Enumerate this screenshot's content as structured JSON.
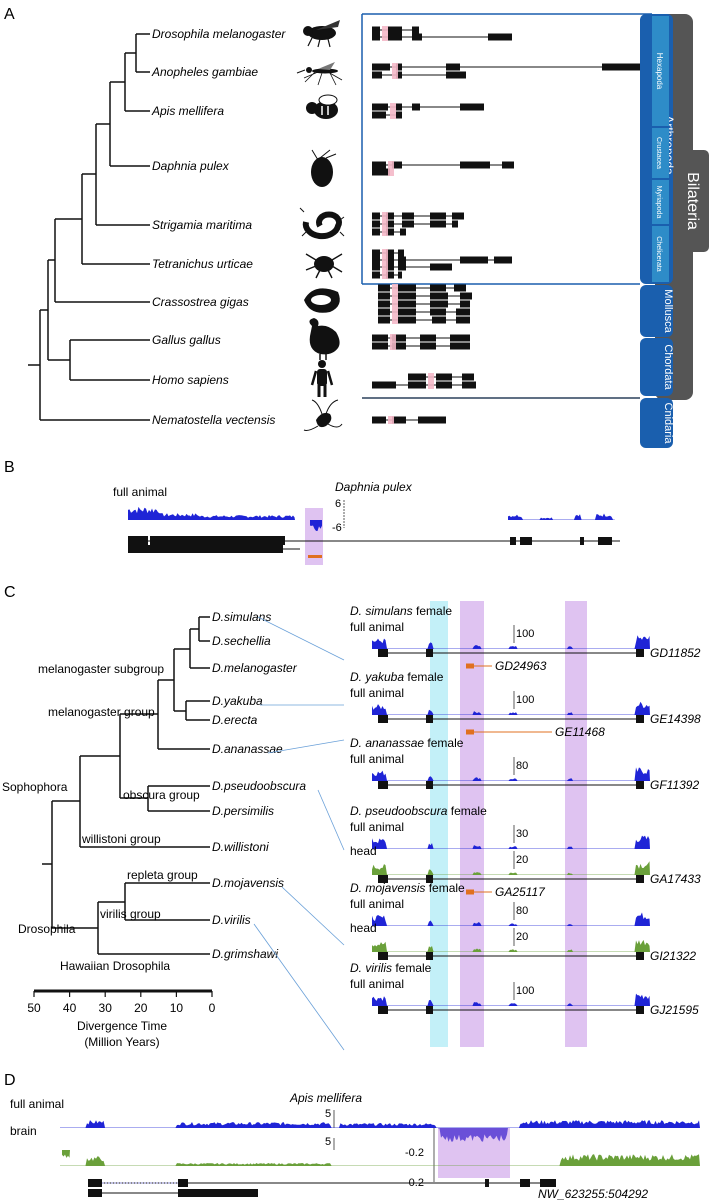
{
  "panels": {
    "a": "A",
    "b": "B",
    "c": "C",
    "d": "D"
  },
  "panel_a": {
    "species": [
      "Drosophila melanogaster",
      "Anopheles gambiae",
      "Apis mellifera",
      "Daphnia pulex",
      "Strigamia maritima",
      "Tetranichus urticae",
      "Crassostrea gigas",
      "Gallus gallus",
      "Homo sapiens",
      "Nematostella vectensis"
    ],
    "clades": {
      "hexapoda": "Hexapoda",
      "crustacea": "Crustacea",
      "myriapoda": "Myriapoda",
      "chelicerata": "Chelicerata",
      "arthropoda": "Arthropoda",
      "bilateria": "Bilateria",
      "mollusca": "Mollusca",
      "chordata": "Chordata",
      "cnidaria": "Cnidaria"
    }
  },
  "panel_b": {
    "species": "Daphnia pulex",
    "track": "full animal",
    "scale_top": "6",
    "scale_bottom": "-6"
  },
  "panel_c": {
    "species": [
      "D.simulans",
      "D.sechellia",
      "D.melanogaster",
      "D.yakuba",
      "D.erecta",
      "D.ananassae",
      "D.pseudoobscura",
      "D.persimilis",
      "D.willistoni",
      "D.mojavensis",
      "D.virilis",
      "D.grimshawi"
    ],
    "groups": {
      "melanogaster_subgroup": "melanogaster subgroup",
      "melanogaster_group": "melanogaster group",
      "obscura_group": "obscura group",
      "sophophora": "Sophophora",
      "willistoni_group": "willistoni group",
      "repleta_group": "repleta group",
      "virilis_group": "virilis group",
      "drosophila": "Drosophila",
      "hawaiian": "Hawaiian Drosophila"
    },
    "axis": {
      "ticks": [
        "50",
        "40",
        "30",
        "20",
        "10",
        "0"
      ],
      "label1": "Divergence Time",
      "label2": "(Million Years)"
    },
    "tracks": [
      {
        "species": "D. simulans",
        "suffix": " female",
        "rows": [
          {
            "label": "full animal",
            "scale": "100"
          }
        ],
        "gene": "GD11852",
        "inner_gene": "GD24963"
      },
      {
        "species": "D. yakuba",
        "suffix": " female",
        "rows": [
          {
            "label": "full animal",
            "scale": "100"
          }
        ],
        "gene": "GE14398",
        "inner_gene": "GE11468"
      },
      {
        "species": "D. ananassae",
        "suffix": " female",
        "rows": [
          {
            "label": "full animal",
            "scale": "80"
          }
        ],
        "gene": "GF11392",
        "inner_gene": ""
      },
      {
        "species": "D. pseudoobscura",
        "suffix": " female",
        "rows": [
          {
            "label": "full animal",
            "scale": "30"
          },
          {
            "label": "head",
            "scale": "20"
          }
        ],
        "gene": "GA17433",
        "inner_gene": "GA25117"
      },
      {
        "species": "D. mojavensis",
        "suffix": " female",
        "rows": [
          {
            "label": "full animal",
            "scale": "80"
          },
          {
            "label": "head",
            "scale": "20"
          }
        ],
        "gene": "GI21322",
        "inner_gene": ""
      },
      {
        "species": "D. virilis",
        "suffix": " female",
        "rows": [
          {
            "label": "full animal",
            "scale": "100"
          }
        ],
        "gene": "GJ21595",
        "inner_gene": ""
      }
    ]
  },
  "panel_d": {
    "species": "Apis mellifera",
    "track1": "full animal",
    "track2": "brain",
    "scale1": "5",
    "scale2": "5",
    "neg1": "-0.2",
    "neg2": "-0.2",
    "locus": "NW_623255:504292"
  },
  "colors": {
    "blue_track": "#1f24d6",
    "green_track": "#6aa03a",
    "tree": "#111111",
    "hexapoda": "#2e8cc8",
    "arthropoda": "#1a5fae",
    "bilateria": "#555555",
    "highlight_purple": "#d9b8ef",
    "highlight_cyan": "#bdeef7",
    "orange_gene": "#e07020",
    "pink_exon": "#f4b8c8"
  }
}
